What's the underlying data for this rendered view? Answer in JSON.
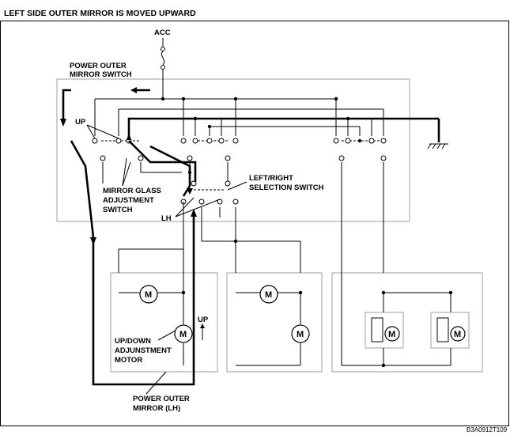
{
  "diagram": {
    "title": "LEFT SIDE OUTER MIRROR IS MOVED UPWARD",
    "labels": {
      "acc": "ACC",
      "power_switch": [
        "POWER OUTER",
        "MIRROR SWITCH"
      ],
      "up_switch": "UP",
      "mirror_glass_switch": [
        "MIRROR GLASS",
        "ADJUSTMENT",
        "SWITCH"
      ],
      "selection_switch": [
        "LEFT/RIGHT",
        "SELECTION SWITCH"
      ],
      "lh": "LH",
      "up_arrow": "UP",
      "updown_motor": [
        "UP/DOWN",
        "ADJUNSTMENT",
        "MOTOR"
      ],
      "power_mirror": [
        "POWER OUTER",
        "MIRROR (LH)"
      ],
      "motor_symbol": "M",
      "code": "B3A0912T109"
    }
  }
}
